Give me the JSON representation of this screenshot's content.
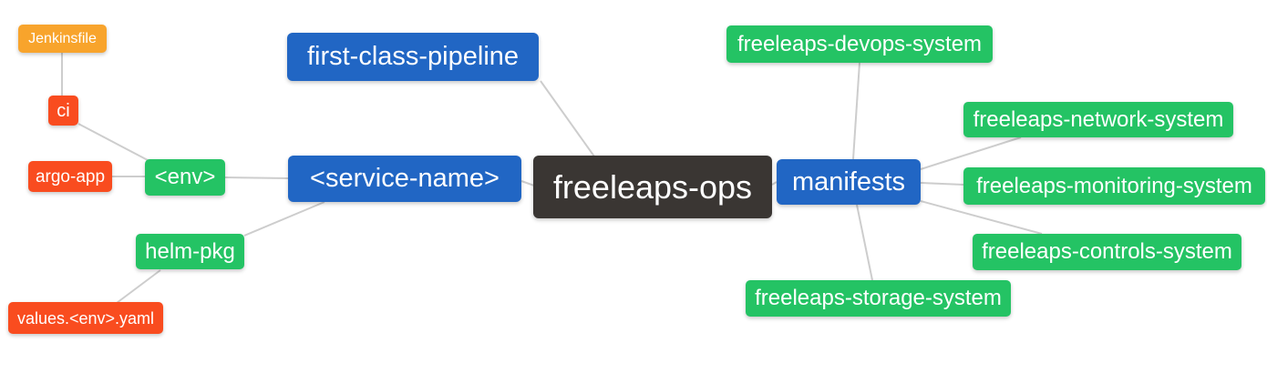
{
  "diagram": {
    "type": "mindmap",
    "root_label": "freeleaps-ops",
    "background": "#ffffff"
  },
  "colors": {
    "node_blue": "#2166c4",
    "node_dark": "#3a3633",
    "node_green": "#24c364",
    "node_orange_red": "#f94c1f",
    "node_amber": "#f8a42c",
    "edge": "#cdcdcd",
    "node_text": "#ffffff"
  },
  "nodes": {
    "jenkinsfile": {
      "label": "Jenkinsfile",
      "color": "#f8a42c"
    },
    "ci": {
      "label": "ci",
      "color": "#f94c1f"
    },
    "argo_app": {
      "label": "argo-app",
      "color": "#f94c1f"
    },
    "env": {
      "label": "<env>",
      "color": "#24c364"
    },
    "helm_pkg": {
      "label": "helm-pkg",
      "color": "#24c364"
    },
    "values_env_yaml": {
      "label": "values.<env>.yaml",
      "color": "#f94c1f"
    },
    "first_class_pipeline": {
      "label": "first-class-pipeline",
      "color": "#2166c4"
    },
    "service_name": {
      "label": "<service-name>",
      "color": "#2166c4"
    },
    "freeleaps_ops": {
      "label": "freeleaps-ops",
      "color": "#3a3633"
    },
    "manifests": {
      "label": "manifests",
      "color": "#2166c4"
    },
    "devops_system": {
      "label": "freeleaps-devops-system",
      "color": "#24c364"
    },
    "network_system": {
      "label": "freeleaps-network-system",
      "color": "#24c364"
    },
    "monitoring_system": {
      "label": "freeleaps-monitoring-system",
      "color": "#24c364"
    },
    "controls_system": {
      "label": "freeleaps-controls-system",
      "color": "#24c364"
    },
    "storage_system": {
      "label": "freeleaps-storage-system",
      "color": "#24c364"
    }
  },
  "edges": [
    {
      "from": "jenkinsfile",
      "to": "ci"
    },
    {
      "from": "ci",
      "to": "env"
    },
    {
      "from": "argo_app",
      "to": "env"
    },
    {
      "from": "env",
      "to": "service_name"
    },
    {
      "from": "helm_pkg",
      "to": "service_name"
    },
    {
      "from": "values_env_yaml",
      "to": "helm_pkg"
    },
    {
      "from": "service_name",
      "to": "freeleaps_ops"
    },
    {
      "from": "first_class_pipeline",
      "to": "freeleaps_ops"
    },
    {
      "from": "freeleaps_ops",
      "to": "manifests"
    },
    {
      "from": "manifests",
      "to": "devops_system"
    },
    {
      "from": "manifests",
      "to": "network_system"
    },
    {
      "from": "manifests",
      "to": "monitoring_system"
    },
    {
      "from": "manifests",
      "to": "controls_system"
    },
    {
      "from": "manifests",
      "to": "storage_system"
    }
  ]
}
